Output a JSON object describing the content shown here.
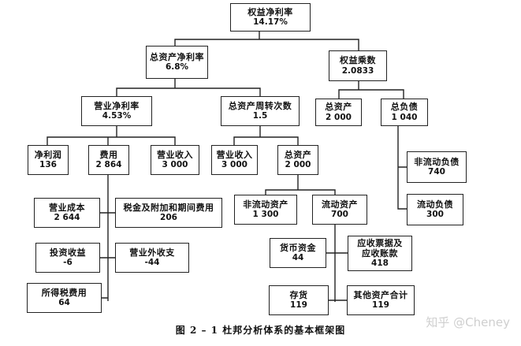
{
  "nodes": {
    "roe": {
      "label": "权益净利率",
      "value": "14.17%"
    },
    "roa": {
      "label": "总资产净利率",
      "value": "6.8%"
    },
    "equity_mult": {
      "label": "权益乘数",
      "value": "2.0833"
    },
    "net_margin": {
      "label": "营业净利率",
      "value": "4.53%"
    },
    "asset_turnover": {
      "label": "总资产周转次数",
      "value": "1.5"
    },
    "total_assets_a": {
      "label": "总资产",
      "value": "2 000"
    },
    "total_liab": {
      "label": "总负债",
      "value": "1 040"
    },
    "net_profit": {
      "label": "净利润",
      "value": "136"
    },
    "expenses": {
      "label": "费用",
      "value": "2 864"
    },
    "revenue_a": {
      "label": "营业收入",
      "value": "3 000"
    },
    "revenue_b": {
      "label": "营业收入",
      "value": "3 000"
    },
    "total_assets_b": {
      "label": "总资产",
      "value": "2 000"
    },
    "noncur_liab": {
      "label": "非流动负债",
      "value": "740"
    },
    "cur_liab": {
      "label": "流动负债",
      "value": "300"
    },
    "op_cost": {
      "label": "营业成本",
      "value": "2 644"
    },
    "taxes_exp": {
      "label": "税金及附加和期间费用",
      "value": "206"
    },
    "noncur_assets": {
      "label": "非流动资产",
      "value": "1 300"
    },
    "cur_assets": {
      "label": "流动资产",
      "value": "700"
    },
    "inv_income": {
      "label": "投资收益",
      "value": "-6"
    },
    "nonop": {
      "label": "营业外收支",
      "value": "-44"
    },
    "cash": {
      "label": "货币资金",
      "value": "44"
    },
    "receivables": {
      "label": "应收票据及\n应收账款",
      "value": "418"
    },
    "income_tax": {
      "label": "所得税费用",
      "value": "64"
    },
    "inventory": {
      "label": "存货",
      "value": "119"
    },
    "other_assets": {
      "label": "其他资产合计",
      "value": "119"
    }
  },
  "caption": "图 2 – 1   杜邦分析体系的基本框架图",
  "watermark": "知乎 @Cheney"
}
